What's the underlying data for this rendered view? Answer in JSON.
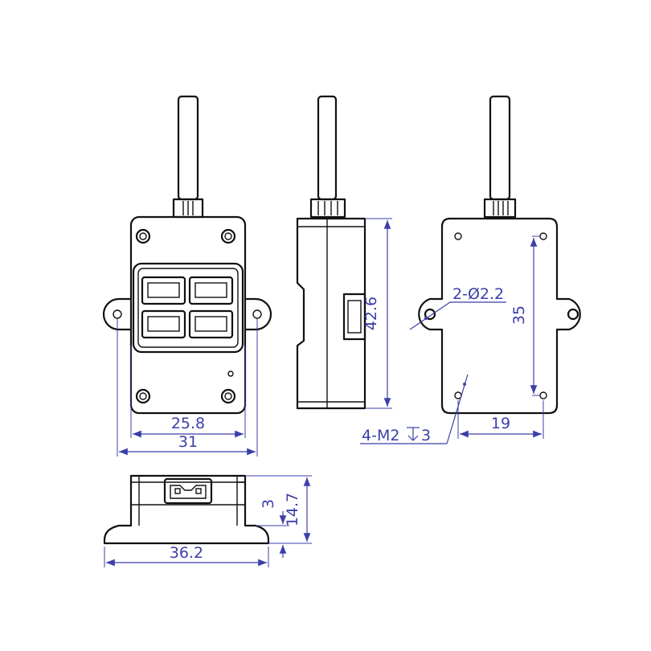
{
  "colors": {
    "outline": "#111111",
    "dimension": "#3b3fa8",
    "background": "#ffffff"
  },
  "front_view": {
    "inner_width": "25.8",
    "overall_width": "31"
  },
  "side_view": {
    "height": "42.6"
  },
  "back_view": {
    "hole_callout": "2-Ø2.2",
    "hole_spacing_vertical": "35",
    "hole_spacing_horizontal": "19",
    "thread_callout": "4-M2",
    "thread_depth": "3"
  },
  "bottom_view": {
    "width": "36.2",
    "flange_height": "3",
    "total_height": "14.7"
  }
}
